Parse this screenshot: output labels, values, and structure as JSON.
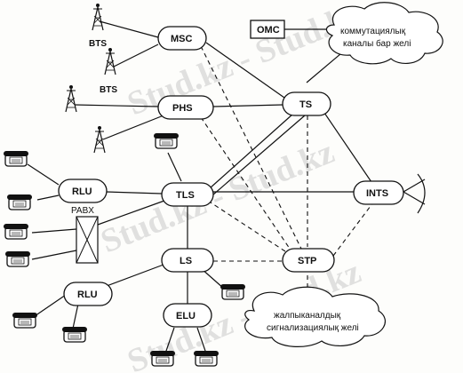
{
  "nodes": {
    "msc": "MSC",
    "phs": "PHS",
    "ts": "TS",
    "tls": "TLS",
    "ls": "LS",
    "stp": "STP",
    "elu": "ELU",
    "ints": "INTS",
    "rlu_top": "RLU",
    "rlu_bottom": "RLU",
    "omc": "OMC",
    "pabx": "PABX",
    "bts_1": "BTS",
    "bts_2": "BTS"
  },
  "clouds": {
    "switched": {
      "line1": "коммутациялық",
      "line2": "каналы бар желі"
    },
    "signaling": {
      "line1": "жалпыканалдық",
      "line2": "сигнализациялық желі"
    }
  },
  "watermark": "Stud.kz - Stud.kz",
  "colors": {
    "line": "#111111",
    "watermark": "#c8c8c8",
    "node_fill": "#ffffff"
  }
}
